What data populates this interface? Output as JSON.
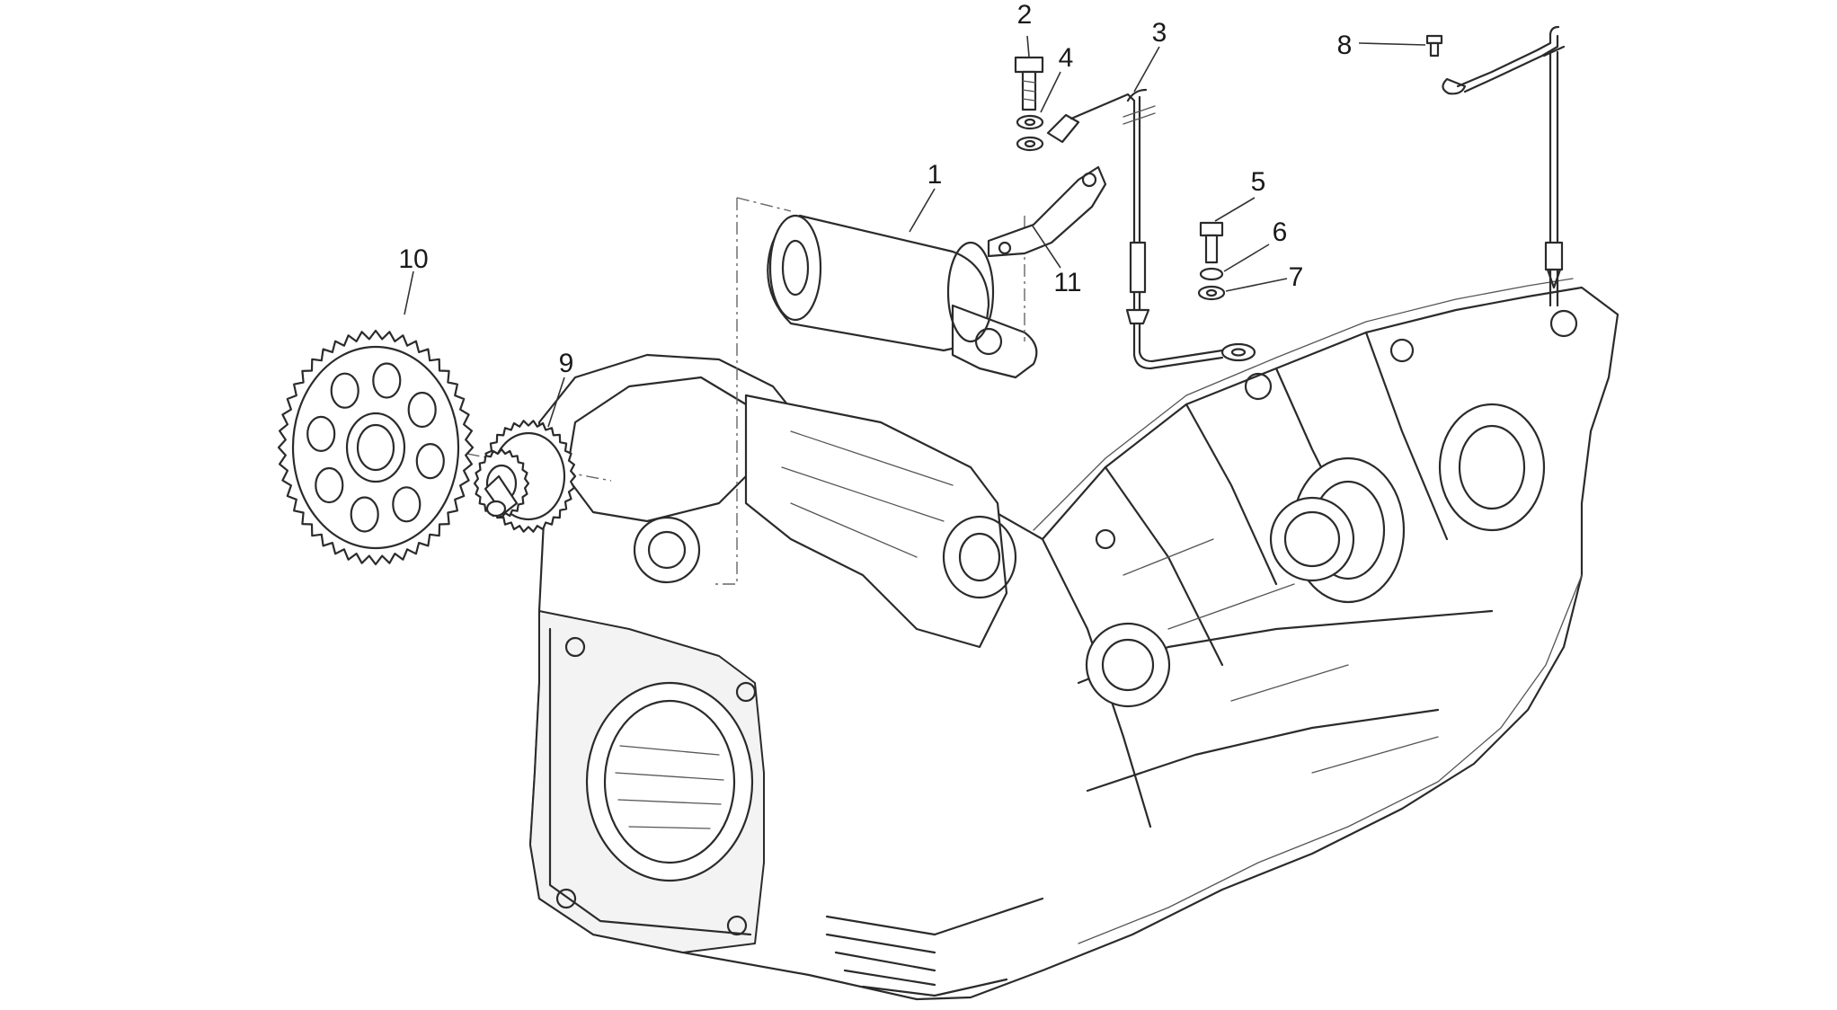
{
  "callouts": [
    {
      "id": "1",
      "text": "1"
    },
    {
      "id": "2",
      "text": "2"
    },
    {
      "id": "3",
      "text": "3"
    },
    {
      "id": "4",
      "text": "4"
    },
    {
      "id": "5",
      "text": "5"
    },
    {
      "id": "6",
      "text": "6"
    },
    {
      "id": "7",
      "text": "7"
    },
    {
      "id": "8",
      "text": "8"
    },
    {
      "id": "9",
      "text": "9"
    },
    {
      "id": "10",
      "text": "10"
    },
    {
      "id": "11",
      "text": "11"
    }
  ],
  "colors": {
    "line": "#2b2b2b",
    "background": "#ffffff"
  }
}
